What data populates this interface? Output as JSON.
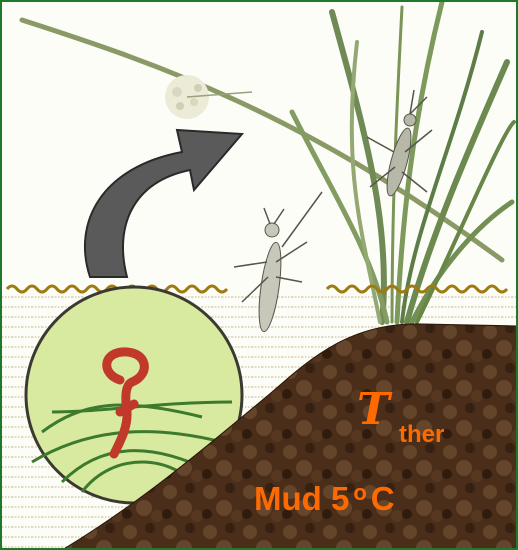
{
  "labels": {
    "temp_symbol": "T",
    "temp_suffix": "ther",
    "mud_text": "Mud 5",
    "degree_mark": "o",
    "unit": "C"
  },
  "colors": {
    "frame_border": "#1e7a2a",
    "label_text": "#ff6a00",
    "water_wave": "#a07a10",
    "mud_dark": "#3a2414",
    "mud_light": "#7a5a3a",
    "arrow_fill": "#5a5a5a",
    "inset_bg": "#d8eaa0"
  },
  "icons": {
    "transition_arrow": "curved-arrow-icon",
    "larva": "larva-icon"
  }
}
